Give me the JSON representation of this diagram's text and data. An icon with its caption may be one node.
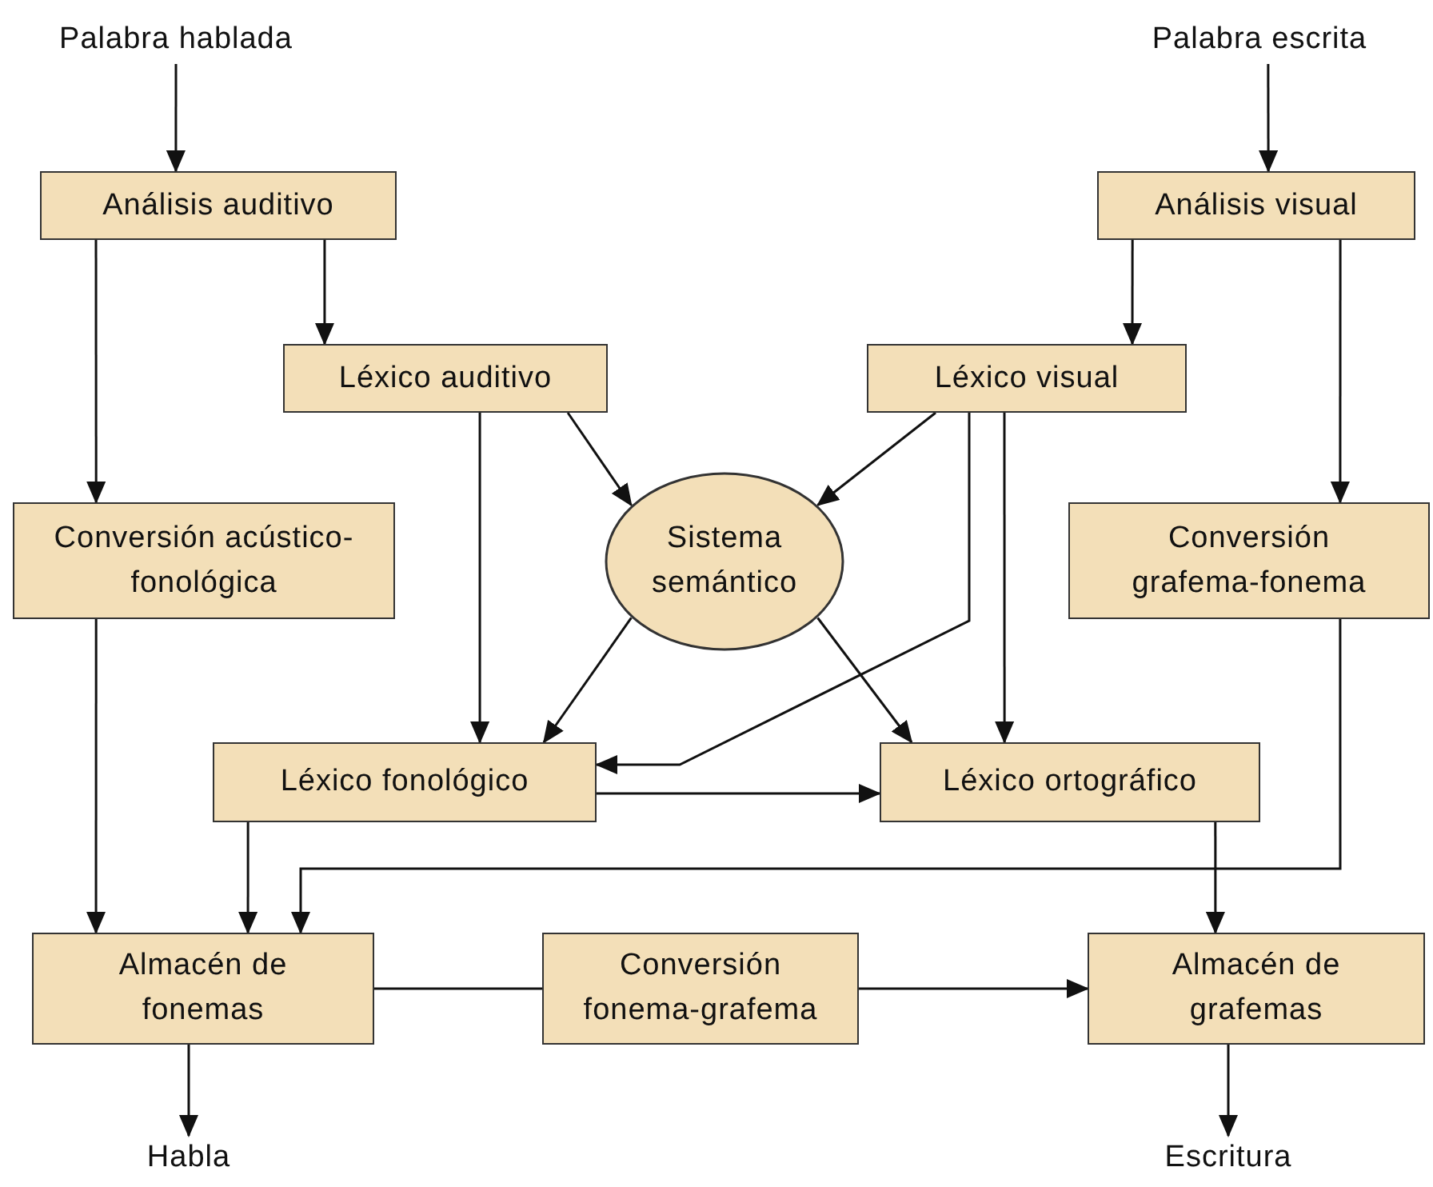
{
  "diagram": {
    "nodes": [
      {
        "text": [
          "Palabra hablada"
        ]
      },
      {
        "text": [
          "Palabra escrita"
        ]
      },
      {
        "text": [
          "Análisis auditivo"
        ]
      },
      {
        "text": [
          "Análisis visual"
        ]
      },
      {
        "text": [
          "Léxico auditivo"
        ]
      },
      {
        "text": [
          "Léxico visual"
        ]
      },
      {
        "text": [
          "Conversión acústico-fonológica"
        ]
      },
      {
        "text": [
          "Sistema semántico"
        ]
      },
      {
        "text": [
          "Conversión grafema-fonema"
        ]
      },
      {
        "text": [
          "Léxico fonológico"
        ]
      },
      {
        "text": [
          "Léxico ortográfico"
        ]
      },
      {
        "text": [
          "Almacén de fonemas"
        ]
      },
      {
        "text": [
          "Conversión fonema-grafema"
        ]
      },
      {
        "text": [
          "Almacén de grafemas"
        ]
      },
      {
        "text": [
          "Habla"
        ]
      },
      {
        "text": [
          "Escritura"
        ]
      }
    ],
    "edges": [
      {
        "from": 0,
        "to": 2,
        "arrow": "to"
      },
      {
        "from": 1,
        "to": 3,
        "arrow": "to"
      },
      {
        "from": 2,
        "to": 6,
        "arrow": "to"
      },
      {
        "from": 2,
        "to": 4,
        "arrow": "to"
      },
      {
        "from": 3,
        "to": 5,
        "arrow": "to"
      },
      {
        "from": 3,
        "to": 8,
        "arrow": "to"
      },
      {
        "from": 4,
        "to": 7,
        "arrow": "to"
      },
      {
        "from": 4,
        "to": 9,
        "arrow": "to"
      },
      {
        "from": 5,
        "to": 7,
        "arrow": "to"
      },
      {
        "from": 5,
        "to": 9,
        "arrow": "to"
      },
      {
        "from": 5,
        "to": 10,
        "arrow": "to"
      },
      {
        "from": 7,
        "to": 9,
        "arrow": "to"
      },
      {
        "from": 7,
        "to": 10,
        "arrow": "to"
      },
      {
        "from": 6,
        "to": 11,
        "arrow": "to"
      },
      {
        "from": 9,
        "to": 11,
        "arrow": "to"
      },
      {
        "from": 8,
        "to": 11,
        "arrow": "to"
      },
      {
        "from": 9,
        "to": 10,
        "arrow": "to"
      },
      {
        "from": 10,
        "to": 13,
        "arrow": "to"
      },
      {
        "from": 11,
        "to": 12,
        "arrow": "none"
      },
      {
        "from": 12,
        "to": 13,
        "arrow": "to"
      },
      {
        "from": 11,
        "to": 14,
        "arrow": "to"
      },
      {
        "from": 13,
        "to": 15,
        "arrow": "to"
      }
    ]
  }
}
